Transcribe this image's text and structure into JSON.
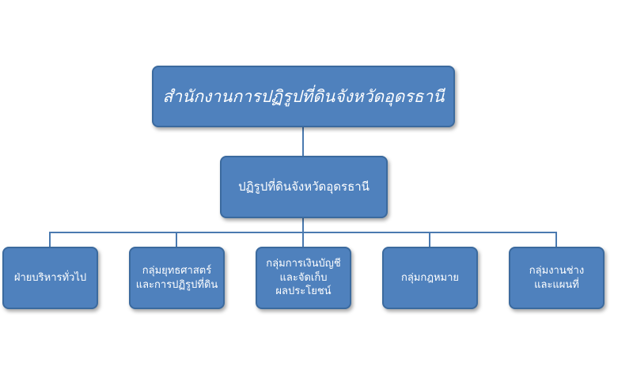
{
  "diagram": {
    "root": {
      "label": "สำนักงานการปฏิรูปที่ดินจังหวัดอุดรธานี"
    },
    "mid": {
      "label": "ปฏิรูปที่ดินจังหวัดอุดรธานี"
    },
    "children": [
      {
        "label": "ฝ่ายบริหารทั่วไป"
      },
      {
        "label": "กลุ่มยุทธศาสตร์\nและการปฏิรูปที่ดิน"
      },
      {
        "label": "กลุ่มการเงินบัญชี\nและจัดเก็บ\nผลประโยชน์"
      },
      {
        "label": "กลุ่มกฎหมาย"
      },
      {
        "label": "กลุ่มงานช่าง\nและแผนที่"
      }
    ],
    "colors": {
      "box_fill": "#4f81bd",
      "box_border": "#3b6a9e",
      "text": "#ffffff",
      "connector": "#4a7ab0"
    }
  }
}
